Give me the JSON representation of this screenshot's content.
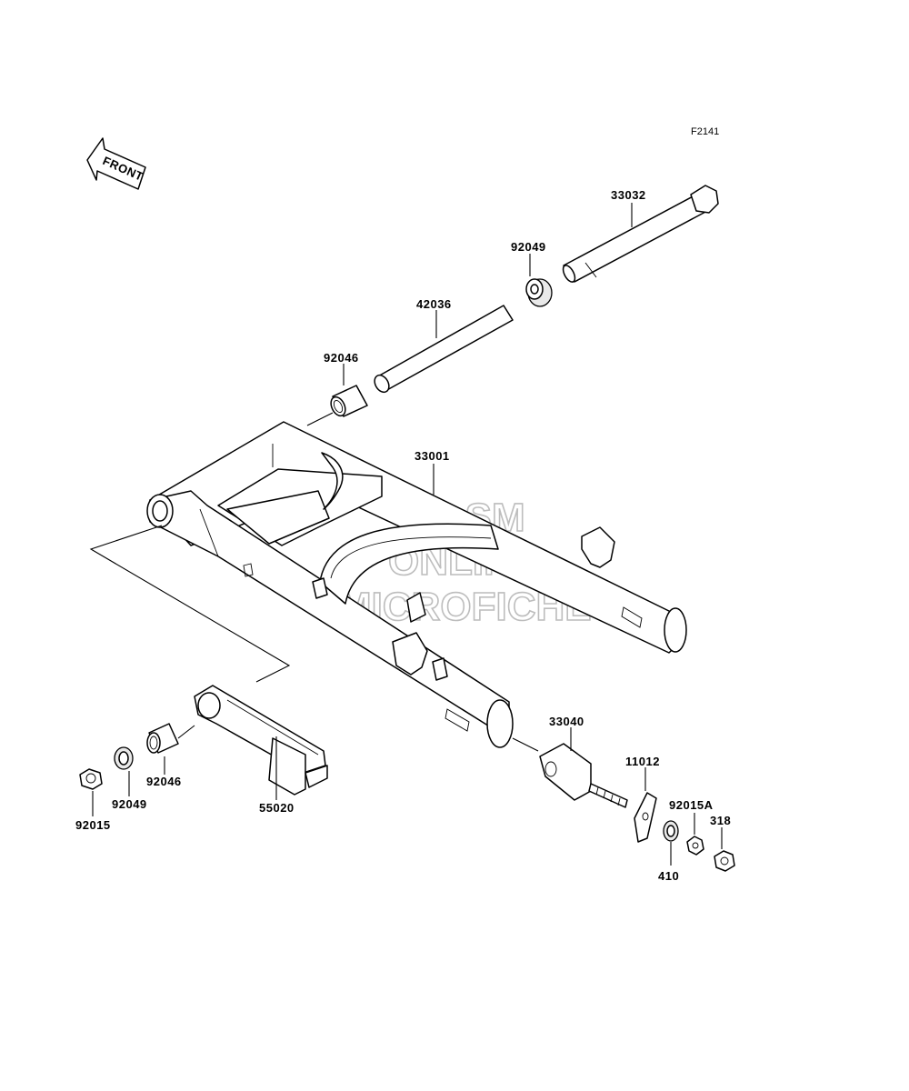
{
  "diagram": {
    "code": "F2141",
    "front_label": "FRONT",
    "watermark": [
      "HLSM",
      "ONLINE",
      "MICROFICHE"
    ],
    "parts": [
      {
        "id": "p33032",
        "number": "33032"
      },
      {
        "id": "p92049a",
        "number": "92049"
      },
      {
        "id": "p42036",
        "number": "42036"
      },
      {
        "id": "p92046a",
        "number": "92046"
      },
      {
        "id": "p33001",
        "number": "33001"
      },
      {
        "id": "p33040",
        "number": "33040"
      },
      {
        "id": "p11012",
        "number": "11012"
      },
      {
        "id": "p92015A",
        "number": "92015A"
      },
      {
        "id": "p318",
        "number": "318"
      },
      {
        "id": "p410",
        "number": "410"
      },
      {
        "id": "p92015",
        "number": "92015"
      },
      {
        "id": "p92049b",
        "number": "92049"
      },
      {
        "id": "p92046b",
        "number": "92046"
      },
      {
        "id": "p55020",
        "number": "55020"
      }
    ]
  }
}
